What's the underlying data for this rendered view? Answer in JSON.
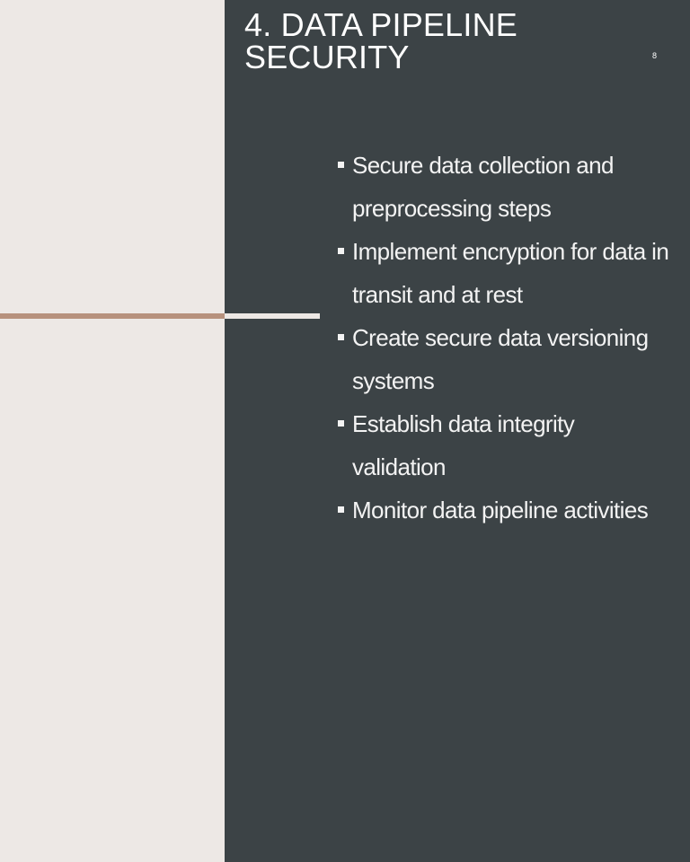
{
  "slide": {
    "title": "4. DATA PIPELINE SECURITY",
    "page_number": "8",
    "bullets": [
      "Secure data collection and preprocessing steps",
      "Implement encryption for data in transit and at rest",
      "Create secure data versioning systems",
      "Establish data integrity validation",
      "Monitor data pipeline activities"
    ]
  },
  "colors": {
    "left_background": "#ede8e5",
    "right_background": "#3c4346",
    "accent_line": "#b7917d",
    "text": "#ffffff"
  }
}
